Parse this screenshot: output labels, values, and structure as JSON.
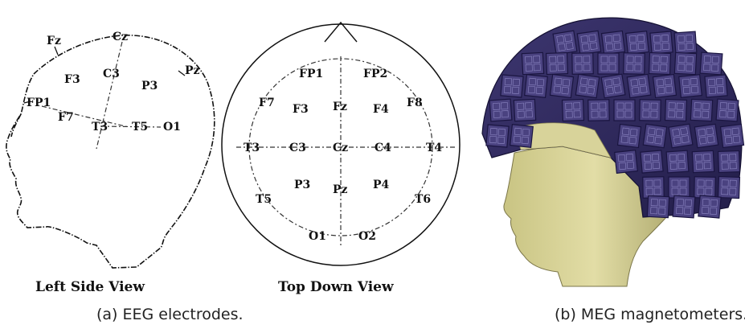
{
  "eeg": {
    "side": {
      "title": "Left Side View",
      "electrodes": [
        "Fz",
        "Cz",
        "Pz",
        "F3",
        "C3",
        "P3",
        "FP1",
        "F7",
        "T3",
        "T5",
        "O1"
      ]
    },
    "top": {
      "title": "Top Down View",
      "electrodes": [
        "FP1",
        "FP2",
        "F7",
        "F3",
        "Fz",
        "F4",
        "F8",
        "T3",
        "C3",
        "Cz",
        "C4",
        "T4",
        "T5",
        "P3",
        "Pz",
        "P4",
        "T6",
        "O1",
        "O2"
      ]
    },
    "caption": "(a) EEG electrodes."
  },
  "meg": {
    "caption": "(b) MEG magnetometers.",
    "colors": {
      "sensor": "#4a4280",
      "sensor_edge": "#1a1540",
      "skin": "#d9d49a",
      "helmet": "#2f2a5c"
    }
  }
}
